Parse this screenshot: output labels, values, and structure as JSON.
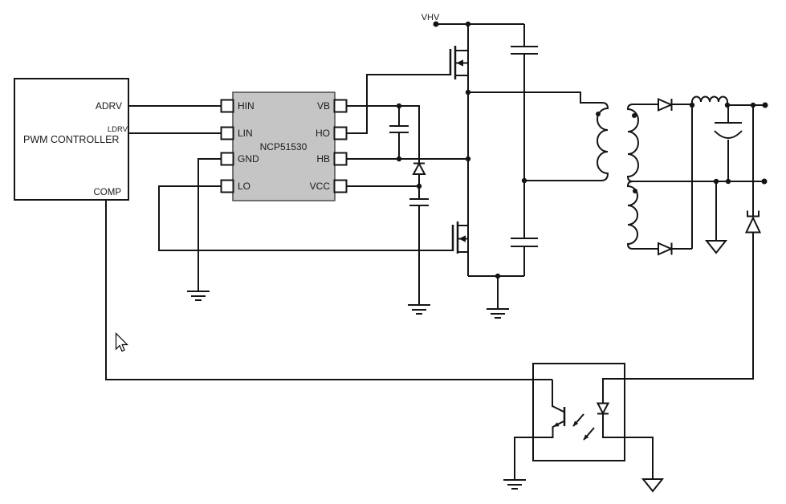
{
  "labels": {
    "vhv": "VHV",
    "pwm_title": "PWM CONTROLLER",
    "adrv": "ADRV",
    "ldrv": "LDRV",
    "comp": "COMP",
    "ic_name": "NCP51530",
    "pins_left": [
      "HIN",
      "LIN",
      "GND",
      "LO"
    ],
    "pins_right": [
      "VB",
      "HO",
      "HB",
      "VCC"
    ]
  },
  "colors": {
    "line": "#141414",
    "ic_fill": "#c5c5c5",
    "ic_border": "#4a4a4a",
    "background": "#ffffff"
  }
}
